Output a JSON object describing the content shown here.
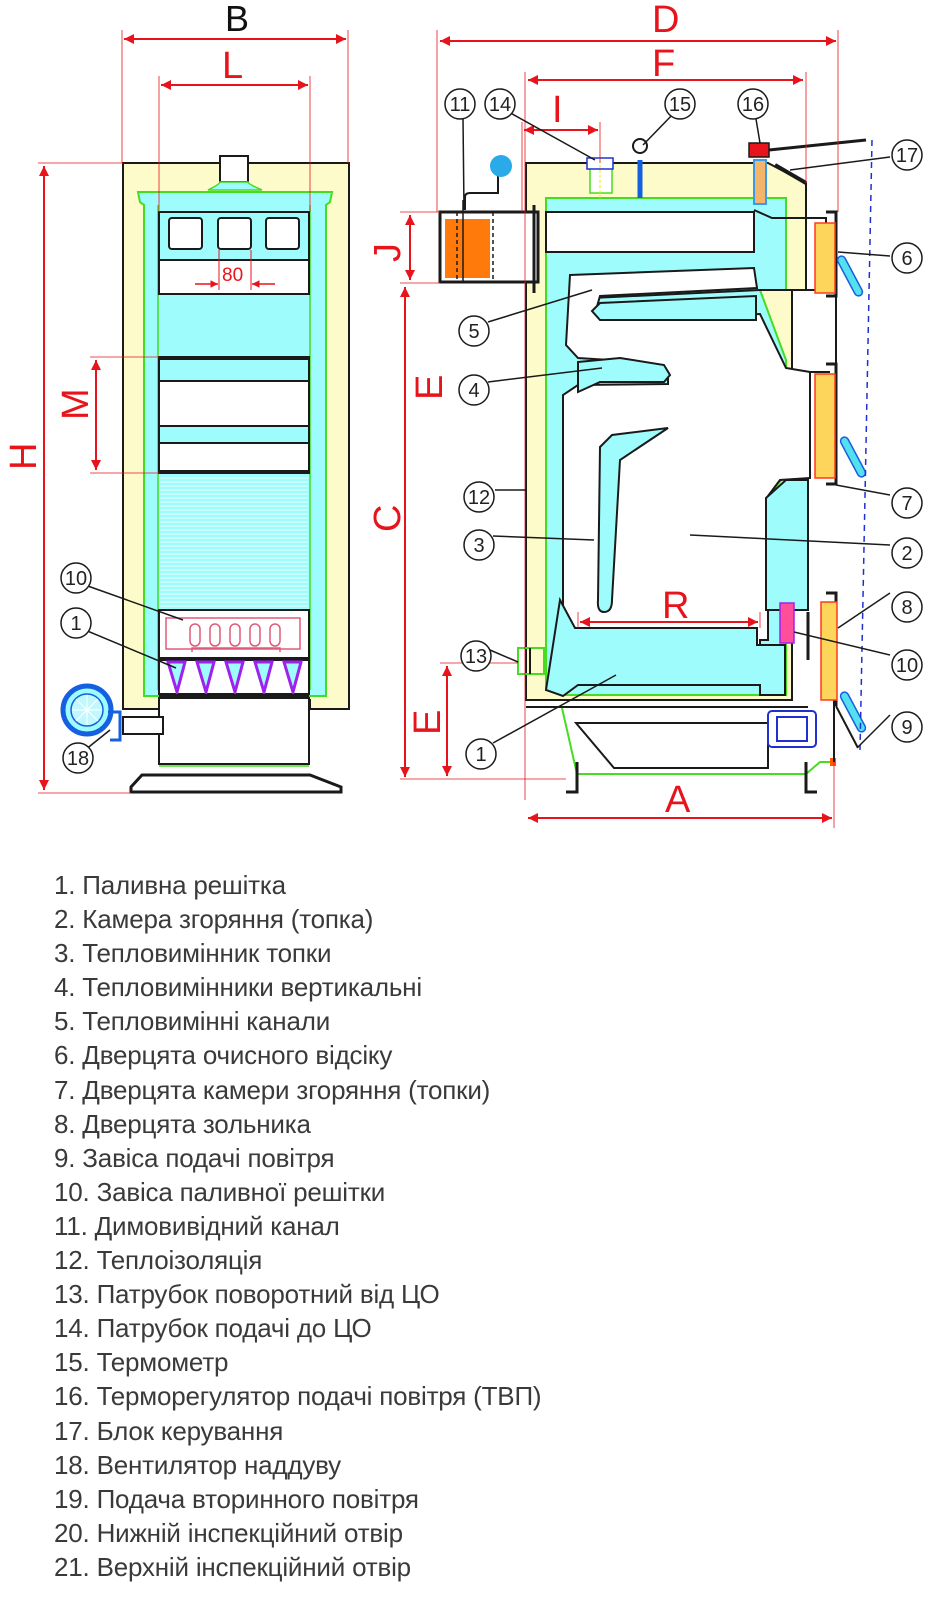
{
  "dimensions": {
    "B": "B",
    "L": "L",
    "H": "H",
    "M": "M",
    "opening_width": "80",
    "D": "D",
    "F": "F",
    "I": "I",
    "J": "J",
    "E_upper": "E",
    "C": "C",
    "E_lower": "E",
    "R": "R",
    "A": "A"
  },
  "callouts": {
    "front": [
      "10",
      "1",
      "18"
    ],
    "side": [
      "11",
      "14",
      "15",
      "16",
      "17",
      "6",
      "5",
      "4",
      "7",
      "12",
      "3",
      "2",
      "8",
      "13",
      "10",
      "9",
      "1"
    ]
  },
  "colors": {
    "dimension": "#e8141b",
    "insulation": "#fdfbc9",
    "water_jacket": "#9ffcfc",
    "outline": "#1a1a1a",
    "green_line": "#44dd22",
    "door_fill": "#fcd55a",
    "door_edge": "#ff3a1a",
    "grate": "#a020f0",
    "fan": "#1560e0",
    "flue_orange": "#ff7a0a"
  },
  "legend": [
    "1. Паливна решітка",
    "2. Камера згоряння (топка)",
    "3. Тепловимінник топки",
    "4. Тепловимінники вертикальні",
    "5. Тепловимінні канали",
    "6. Дверцята очисного відсіку",
    "7. Дверцята камери згоряння (топки)",
    "8. Дверцята зольника",
    "9. Завіса подачі повітря",
    "10. Завіса паливної решітки",
    "11. Димовивідний канал",
    "12. Теплоізоляція",
    "13. Патрубок поворотний від ЦО",
    "14. Патрубок подачі до ЦО",
    "15. Термометр",
    "16. Терморегулятор подачі повітря (ТВП)",
    "17. Блок керування",
    "18. Вентилятор наддуву",
    "19. Подача вторинного повітря",
    "20. Нижній інспекційний отвір",
    "21. Верхній інспекційний отвір"
  ]
}
